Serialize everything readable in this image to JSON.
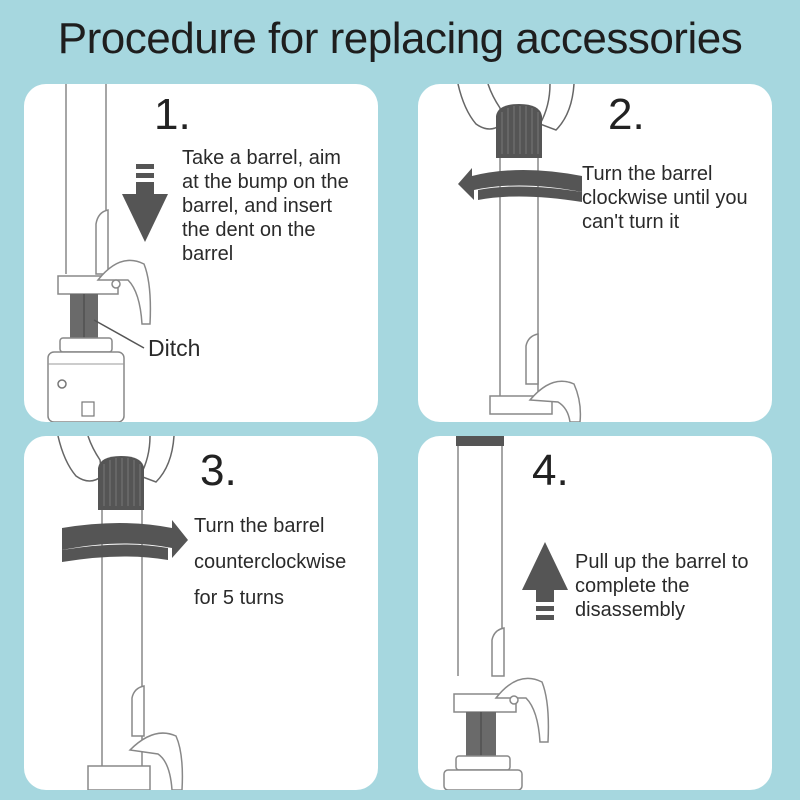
{
  "title": "Procedure for replacing accessories",
  "colors": {
    "background": "#a6d7df",
    "panel": "#ffffff",
    "arrow": "#555555",
    "barrel_cap": "#555555",
    "outline": "#777777"
  },
  "steps": [
    {
      "number": "1.",
      "text": "Take a barrel, aim\nat the bump on the\nbarrel, and insert\nthe dent on the\nbarrel",
      "callout": "Ditch",
      "arrow": "down-arrow-icon"
    },
    {
      "number": "2.",
      "text": "Turn the barrel\nclockwise until you\ncan't turn it",
      "arrow": "clockwise-arrow-icon"
    },
    {
      "number": "3.",
      "text": "Turn the barrel\ncounterclockwise\nfor 5 turns",
      "arrow": "counterclockwise-arrow-icon"
    },
    {
      "number": "4.",
      "text": "Pull up the barrel to\ncomplete the\ndisassembly",
      "arrow": "up-arrow-icon"
    }
  ]
}
